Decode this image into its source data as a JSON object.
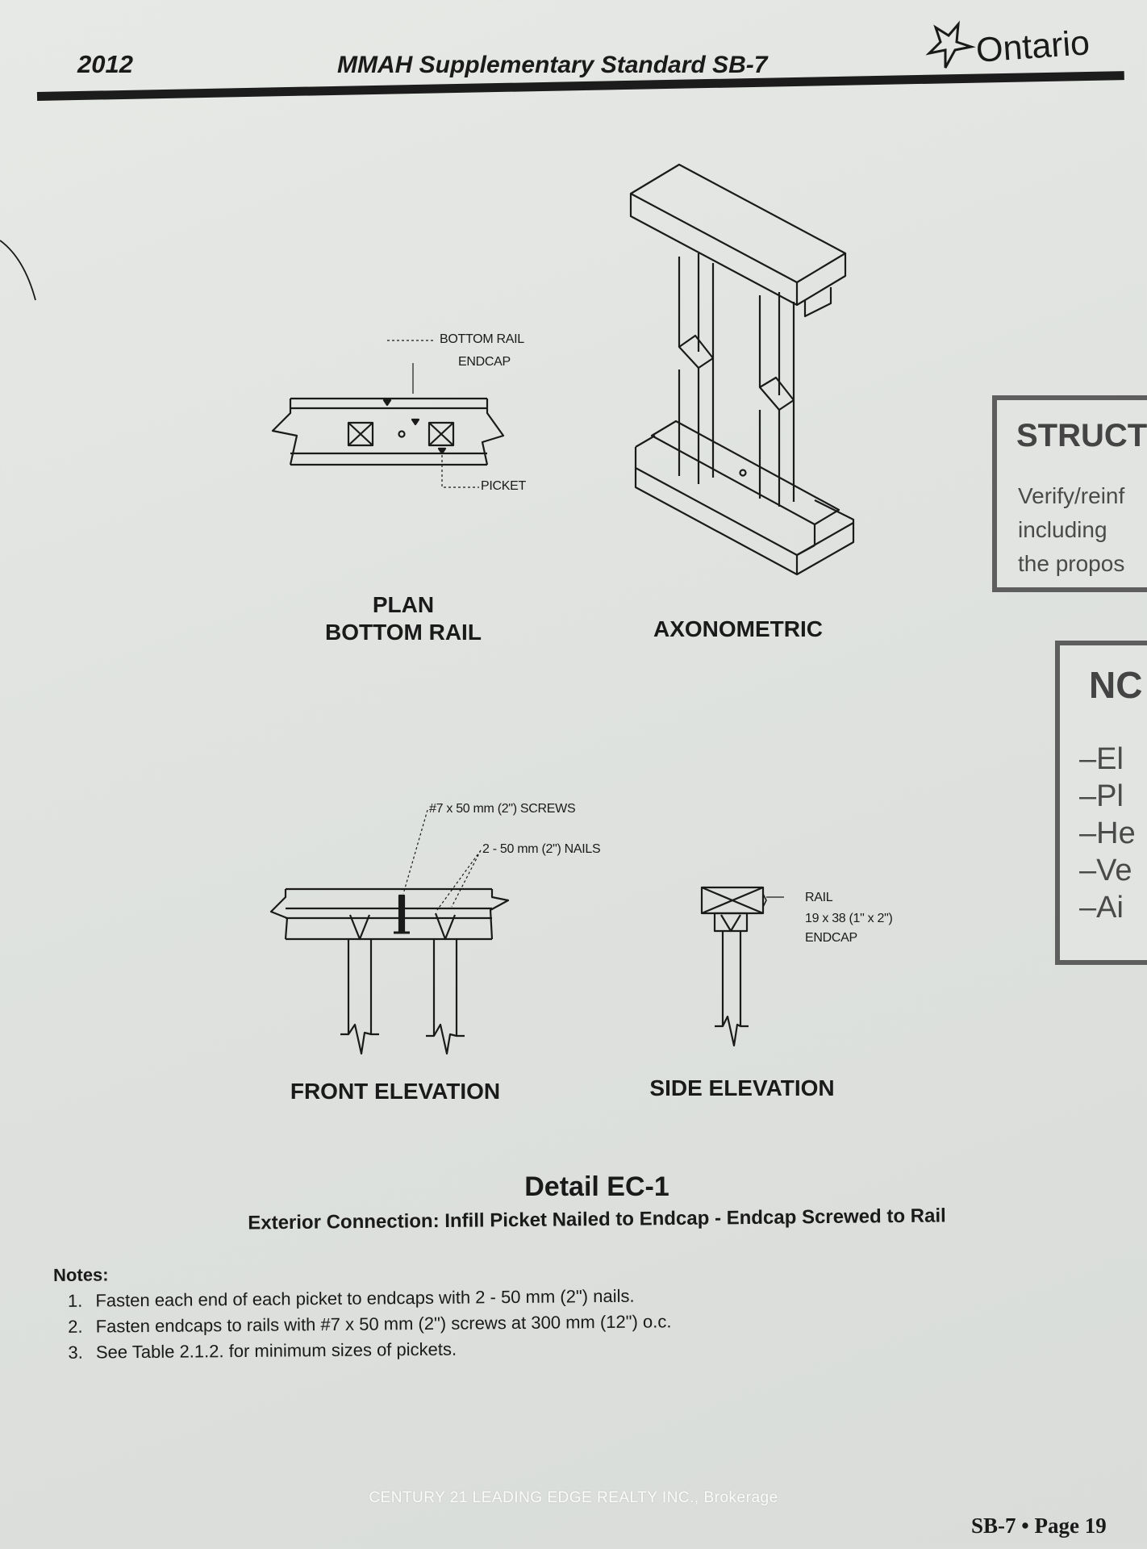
{
  "header": {
    "year": "2012",
    "title": "MMAH Supplementary Standard SB-7",
    "logo_text": "Ontario"
  },
  "drawings": {
    "plan": {
      "label_rail": "BOTTOM RAIL",
      "label_endcap": "ENDCAP",
      "label_picket": "PICKET",
      "caption_line1": "PLAN",
      "caption_line2": "BOTTOM RAIL"
    },
    "axonometric": {
      "caption": "AXONOMETRIC"
    },
    "front": {
      "label_screws": "#7 x 50 mm (2\") SCREWS",
      "label_nails": "2 - 50 mm (2\") NAILS",
      "caption": "FRONT ELEVATION"
    },
    "side": {
      "label_rail": "RAIL",
      "label_size": "19 x 38 (1\" x 2\")",
      "label_endcap": "ENDCAP",
      "caption": "SIDE ELEVATION"
    }
  },
  "detail": {
    "title": "Detail EC-1",
    "subtitle": "Exterior Connection: Infill Picket Nailed to Endcap - Endcap Screwed to Rail"
  },
  "notes": {
    "heading": "Notes:",
    "items": [
      "Fasten each end of each picket to endcaps with 2 - 50 mm (2\") nails.",
      "Fasten endcaps to rails with #7 x 50 mm (2\") screws at 300 mm (12\") o.c.",
      "See Table 2.1.2. for minimum sizes of pickets."
    ]
  },
  "sidebox_1": {
    "title": "STRUCT",
    "lines": [
      "Verify/reinf",
      "including",
      "the propos"
    ]
  },
  "sidebox_2": {
    "title": "NC",
    "lines": [
      "–El",
      "–Pl",
      "–He",
      "–Ve",
      "–Ai"
    ]
  },
  "footer": {
    "watermark": "CENTURY 21 LEADING EDGE REALTY INC., Brokerage",
    "page": "SB-7 • Page 19"
  }
}
